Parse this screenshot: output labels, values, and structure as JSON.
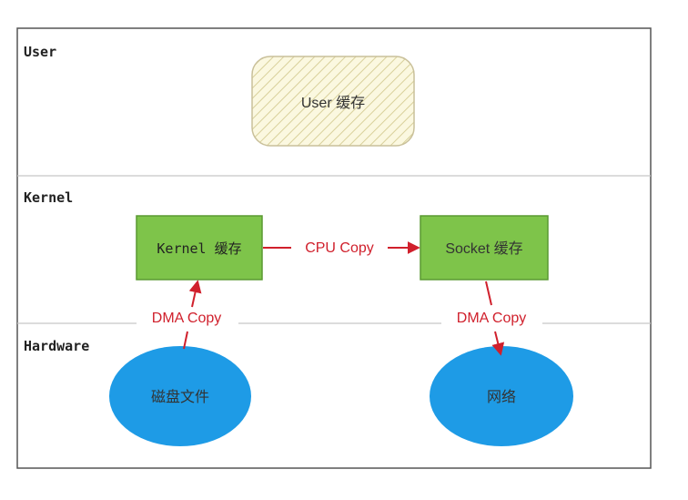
{
  "layers": {
    "user": "User",
    "kernel": "Kernel",
    "hardware": "Hardware"
  },
  "nodes": {
    "user_cache": "User 缓存",
    "kernel_cache": "Kernel 缓存",
    "socket_cache": "Socket 缓存",
    "disk_file": "磁盘文件",
    "network": "网络"
  },
  "edges": {
    "cpu_copy": "CPU Copy",
    "dma_copy_left": "DMA Copy",
    "dma_copy_right": "DMA Copy"
  },
  "colors": {
    "border": "#555555",
    "divider": "#c8c8c8",
    "user_box_fill": "#fbf8e0",
    "user_box_hatch": "#d8d09a",
    "user_box_stroke": "#c9c09a",
    "kernel_box_fill": "#7ec44a",
    "kernel_box_stroke": "#5a9a32",
    "ellipse_fill": "#1e9be6",
    "arrow": "#d0202c"
  }
}
